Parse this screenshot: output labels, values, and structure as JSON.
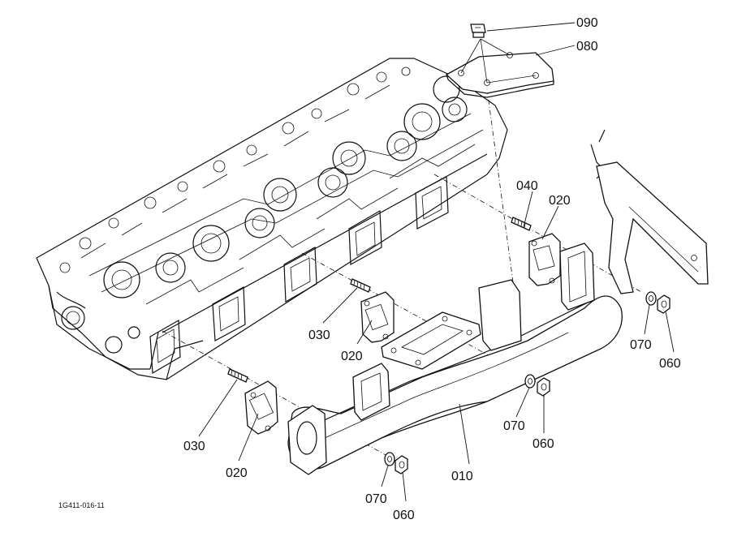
{
  "labels": {
    "p090": "090",
    "p080": "080",
    "p040": "040",
    "p020_a": "020",
    "p030_a": "030",
    "p020_b": "020",
    "p030_b": "030",
    "p020_c": "020",
    "p070_a": "070",
    "p060_a": "060",
    "p070_b": "070",
    "p060_b": "060",
    "p010": "010",
    "p070_c": "070",
    "p060_c": "060"
  },
  "figure_code": "1G411-016-11"
}
